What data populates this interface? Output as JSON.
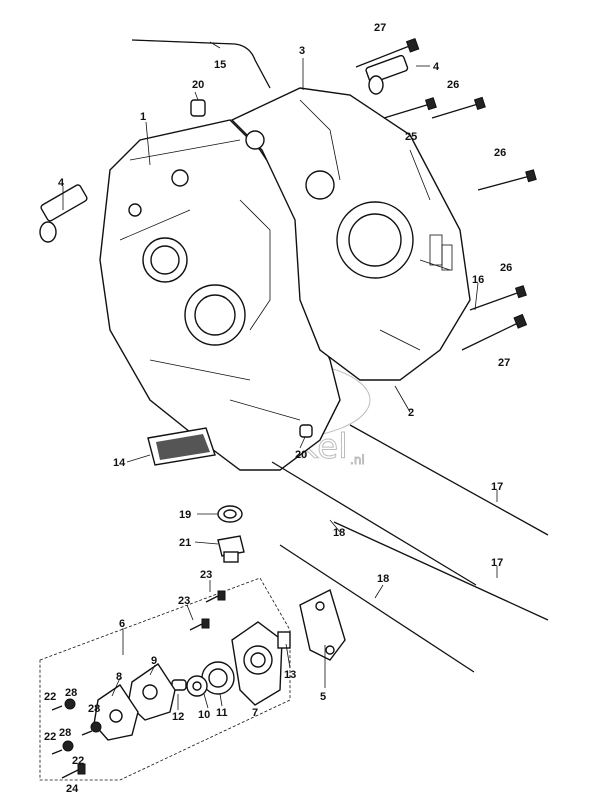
{
  "watermark": {
    "line1": "bikel",
    "line2": "winkel",
    "suffix": ".nl"
  },
  "callouts": [
    {
      "id": "c1",
      "text": "1"
    },
    {
      "id": "c2",
      "text": "2"
    },
    {
      "id": "c3",
      "text": "3"
    },
    {
      "id": "c4a",
      "text": "4"
    },
    {
      "id": "c4b",
      "text": "4"
    },
    {
      "id": "c5",
      "text": "5"
    },
    {
      "id": "c6",
      "text": "6"
    },
    {
      "id": "c7",
      "text": "7"
    },
    {
      "id": "c8",
      "text": "8"
    },
    {
      "id": "c9",
      "text": "9"
    },
    {
      "id": "c10",
      "text": "10"
    },
    {
      "id": "c11",
      "text": "11"
    },
    {
      "id": "c12",
      "text": "12"
    },
    {
      "id": "c13",
      "text": "13"
    },
    {
      "id": "c14",
      "text": "14"
    },
    {
      "id": "c15",
      "text": "15"
    },
    {
      "id": "c16",
      "text": "16"
    },
    {
      "id": "c17a",
      "text": "17"
    },
    {
      "id": "c17b",
      "text": "17"
    },
    {
      "id": "c18a",
      "text": "18"
    },
    {
      "id": "c18b",
      "text": "18"
    },
    {
      "id": "c19",
      "text": "19"
    },
    {
      "id": "c20a",
      "text": "20"
    },
    {
      "id": "c20b",
      "text": "20"
    },
    {
      "id": "c21",
      "text": "21"
    },
    {
      "id": "c22a",
      "text": "22"
    },
    {
      "id": "c22b",
      "text": "22"
    },
    {
      "id": "c22c",
      "text": "22"
    },
    {
      "id": "c23a",
      "text": "23"
    },
    {
      "id": "c23b",
      "text": "23"
    },
    {
      "id": "c24",
      "text": "24"
    },
    {
      "id": "c25",
      "text": "25"
    },
    {
      "id": "c26a",
      "text": "26"
    },
    {
      "id": "c26b",
      "text": "26"
    },
    {
      "id": "c26c",
      "text": "26"
    },
    {
      "id": "c27a",
      "text": "27"
    },
    {
      "id": "c27b",
      "text": "27"
    },
    {
      "id": "c28a",
      "text": "28"
    },
    {
      "id": "c28b",
      "text": "28"
    },
    {
      "id": "c28c",
      "text": "28"
    }
  ]
}
